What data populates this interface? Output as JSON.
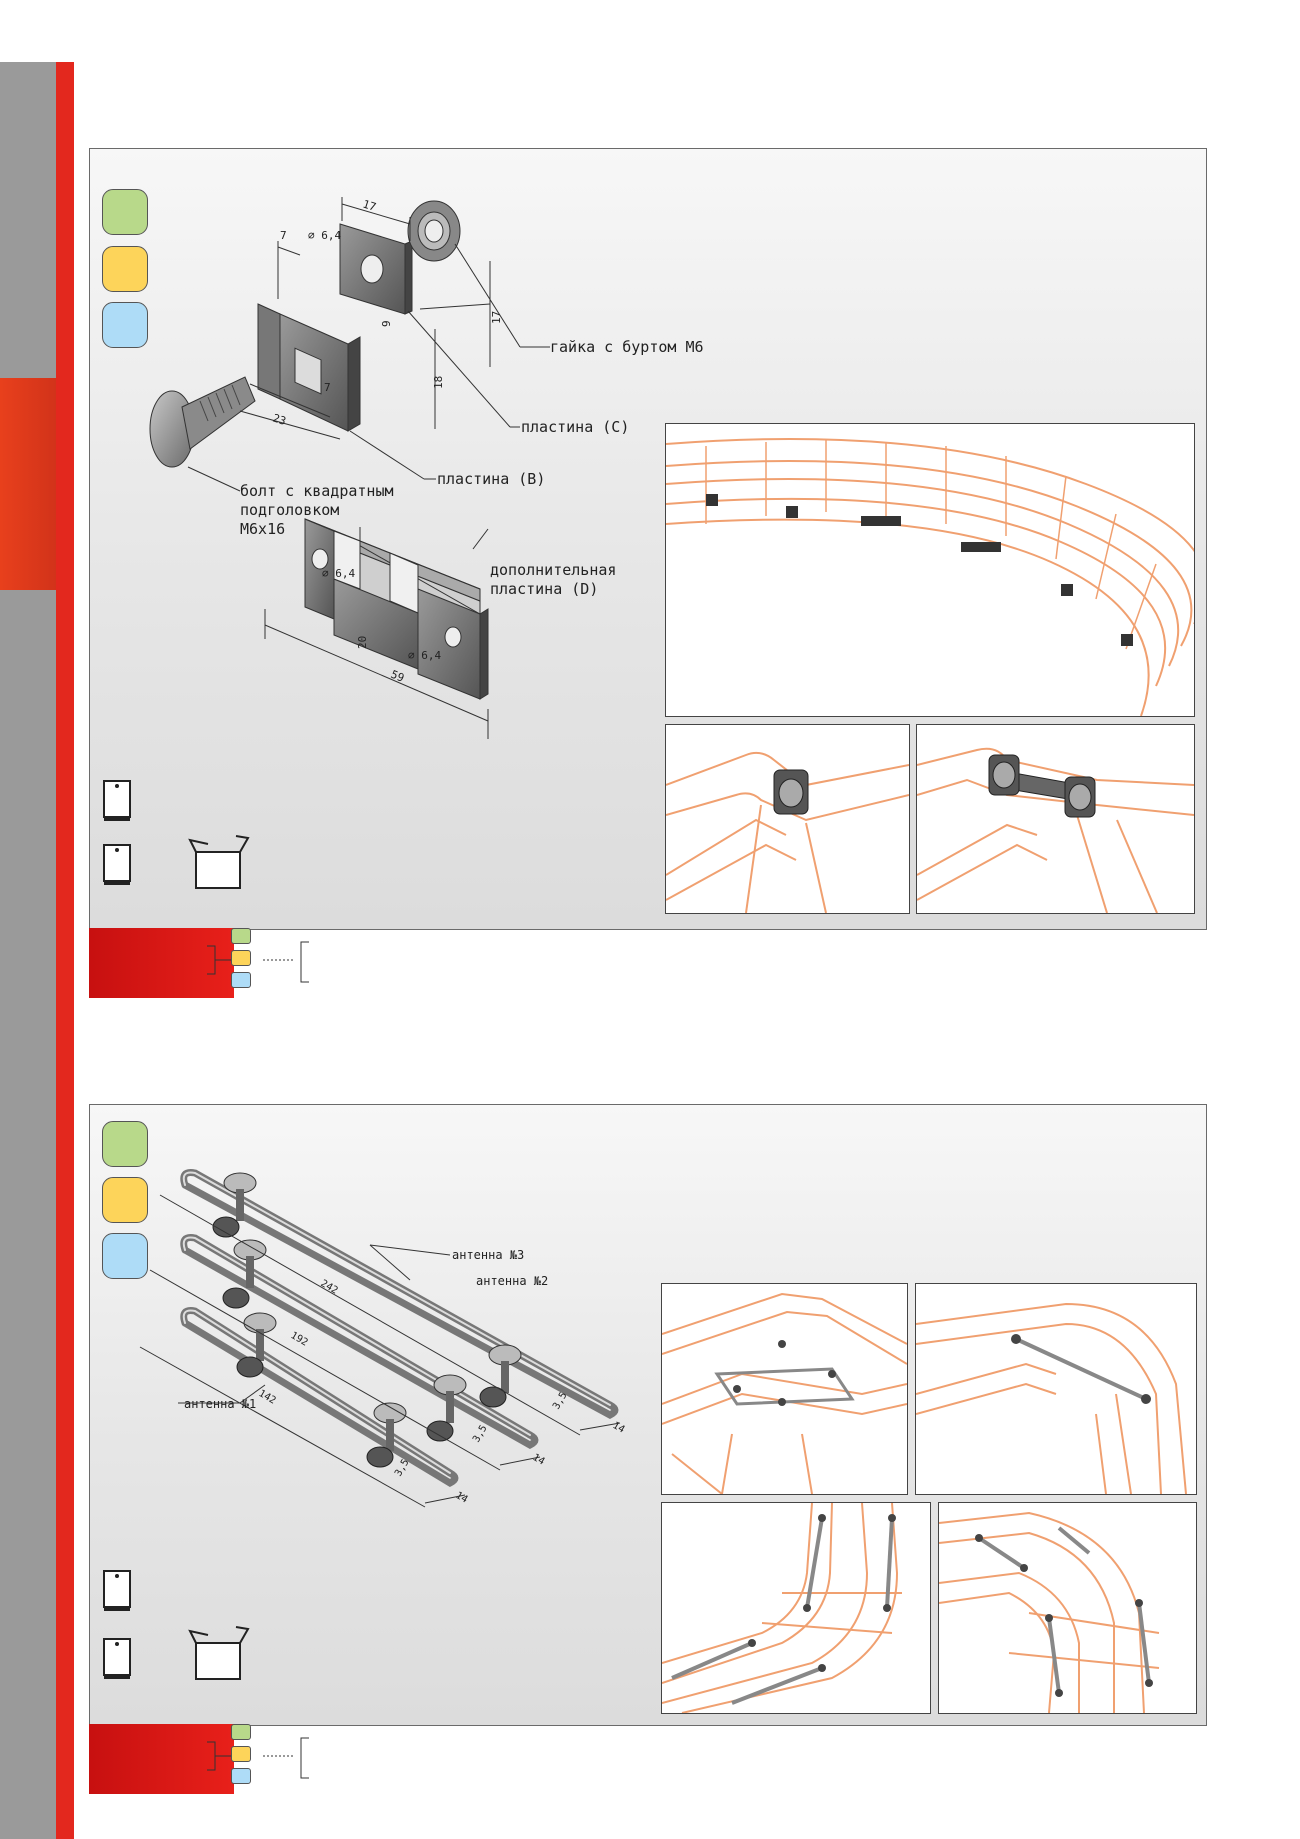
{
  "panel1": {
    "labels": {
      "nut": "гайка с буртом М6",
      "plate_c": "пластина (С)",
      "plate_b": "пластина (В)",
      "bolt": "болт с квадратным\nподголовком\nМ6х16",
      "plate_d": "дополнительная\nпластина (D)"
    },
    "dims": {
      "d17a": "17",
      "d64a": "⌀ 6,4",
      "d7": "7",
      "d17b": "17",
      "d9": "9",
      "d7b": "7",
      "d23": "23",
      "d18": "18",
      "d64b": "⌀ 6,4",
      "d20": "20",
      "d64c": "⌀ 6,4",
      "d59": "59"
    }
  },
  "panel2": {
    "labels": {
      "ant3": "антенна №3",
      "ant2": "антенна №2",
      "ant1": "антенна №1"
    },
    "dims": {
      "d242": "242",
      "d192": "192",
      "d142": "142",
      "d35a": "3,5",
      "d35b": "3,5",
      "d35c": "3,5",
      "d14a": "14",
      "d14b": "14",
      "d14c": "14"
    }
  },
  "colors": {
    "chip_green": "#b8d98a",
    "chip_yellow": "#fdd45a",
    "chip_blue": "#aedcf7",
    "wire": "#f0a070",
    "accent_red": "#e3281e"
  }
}
